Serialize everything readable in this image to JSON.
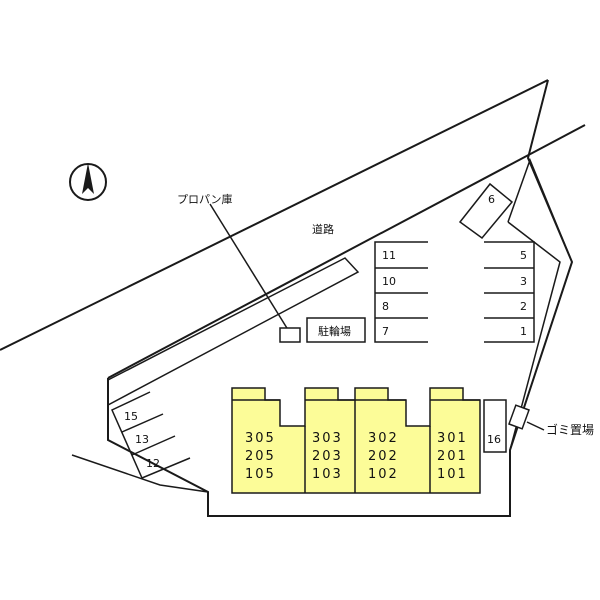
{
  "labels": {
    "road": "道路",
    "propane": "プロパン庫",
    "bicycle": "駐輪場",
    "garbage": "ゴミ置場"
  },
  "parking": {
    "left_column": [
      "11",
      "10",
      "8",
      "7"
    ],
    "right_column": [
      "5",
      "3",
      "2",
      "1"
    ],
    "diagonal_group": [
      "15",
      "13",
      "12"
    ],
    "angled": "6",
    "side": "16"
  },
  "building_units": [
    [
      "305",
      "205",
      "105"
    ],
    [
      "303",
      "203",
      "103"
    ],
    [
      "302",
      "202",
      "102"
    ],
    [
      "301",
      "201",
      "101"
    ]
  ],
  "icons": {
    "north": "north-arrow-icon"
  },
  "colors": {
    "building_fill": "#fcfc98",
    "line": "#1a1a1a"
  }
}
